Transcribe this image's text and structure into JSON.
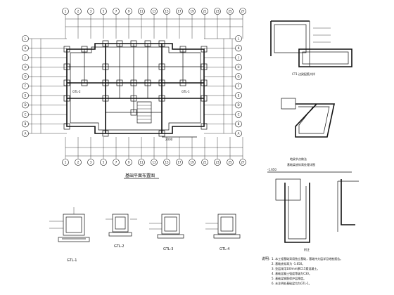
{
  "plan": {
    "top_axes": [
      "1",
      "2",
      "3",
      "5",
      "7",
      "9",
      "11",
      "13",
      "15",
      "17",
      "19",
      "21",
      "23",
      "25",
      "27"
    ],
    "bottom_axes": [
      "1",
      "2",
      "3",
      "5",
      "7",
      "9",
      "11",
      "13",
      "15",
      "17",
      "19",
      "21",
      "23",
      "25",
      "27"
    ],
    "left_axes": [
      "L",
      "K",
      "J",
      "H",
      "G",
      "F",
      "E",
      "D",
      "C",
      "B",
      "A"
    ],
    "right_axes": [
      "L",
      "K",
      "J",
      "H",
      "G",
      "F",
      "E",
      "D",
      "C",
      "B",
      "A"
    ],
    "labels": {
      "gl2": "GTL-2",
      "gl1": "GTL-1",
      "dims_note": "2000"
    },
    "title": "基础平面布置图"
  },
  "details": [
    {
      "label": "GTL-1"
    },
    {
      "label": "GTL-2"
    },
    {
      "label": "GTL-3"
    },
    {
      "label": "GTL-4"
    }
  ],
  "right_panel": {
    "detail_a_caption": "CT1 边梁配筋大样",
    "detail_b_caption": "地梁节点做法",
    "detail_b_sub": "基础梁底标高处理详图",
    "detail_c_caption": "附注"
  },
  "notes": {
    "heading": "说明:",
    "lines": [
      "1. 本工程基础采用独立基础，基础持力层详见地勘报告。",
      "2. 基础底标高为 -1.650。",
      "3. 垫层采用100mm厚C15素混凝土。",
      "4. 基础混凝土强度等级为C30。",
      "5. 基础梁钢筋保护层厚度。",
      "6. 未注明处基础梁均为GTL-1。"
    ]
  }
}
